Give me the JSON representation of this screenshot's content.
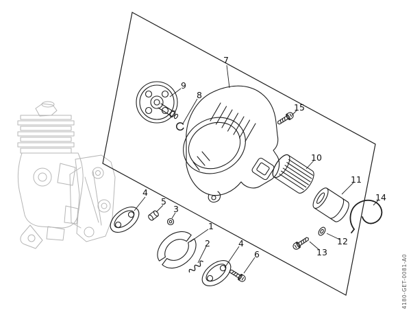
{
  "doc_code": "4180-GET-0081-A0",
  "callouts": {
    "c1": "1",
    "c2": "2",
    "c3": "3",
    "c4a": "4",
    "c4b": "4",
    "c5": "5",
    "c6": "6",
    "c7": "7",
    "c8": "8",
    "c9": "9",
    "c10": "10",
    "c11": "11",
    "c12": "12",
    "c13": "13",
    "c14": "14",
    "c15": "15"
  },
  "colors": {
    "line": "#1c1c1c",
    "ghost": "#b5b5b5",
    "background": "#ffffff"
  }
}
